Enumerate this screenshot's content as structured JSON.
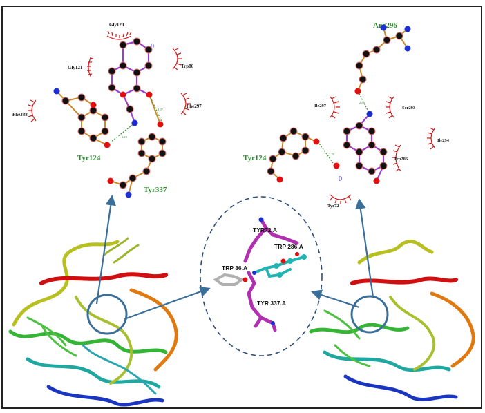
{
  "left_panel": {
    "residues": {
      "gly120": "Gly120",
      "gly121": "Gly121",
      "trp86": "Trp86",
      "phe297": "Phe297",
      "phe338": "Phe338",
      "tyr124": "Tyr124",
      "tyr337": "Tyr337"
    },
    "oxygen_label": "0",
    "hbond_labels": [
      "2.97",
      "3.10"
    ]
  },
  "right_panel": {
    "residues": {
      "arg296": "Arg296",
      "ile297": "Ile297",
      "ser293": "Ser293",
      "ile294": "Ile294",
      "trp286": "Trp286",
      "tyr124": "Tyr124",
      "tyr72": "Tyr72"
    },
    "oxygen_label": "0",
    "hbond_labels": [
      "2.86",
      "2.79"
    ]
  },
  "center_inset": {
    "labels": {
      "tyr72": "TYR72.A",
      "trp286": "TRP 286.A",
      "trp86": "TRP 86.A",
      "tyr337": "TYR 337.A"
    }
  },
  "colors": {
    "frame": "#222222",
    "arrow": "#3a6f9a",
    "carbon": "#111111",
    "oxygen": "#e01010",
    "nitrogen": "#1d2fd0",
    "ligand_bond": "#9b3fcf",
    "residue_bond": "#c98a2a",
    "hbond": "#2e9b2e",
    "hydrophobic_arc": "#d01a1a",
    "magenta_stick": "#b030b0",
    "cyan_ligand": "#1fb3b3"
  }
}
